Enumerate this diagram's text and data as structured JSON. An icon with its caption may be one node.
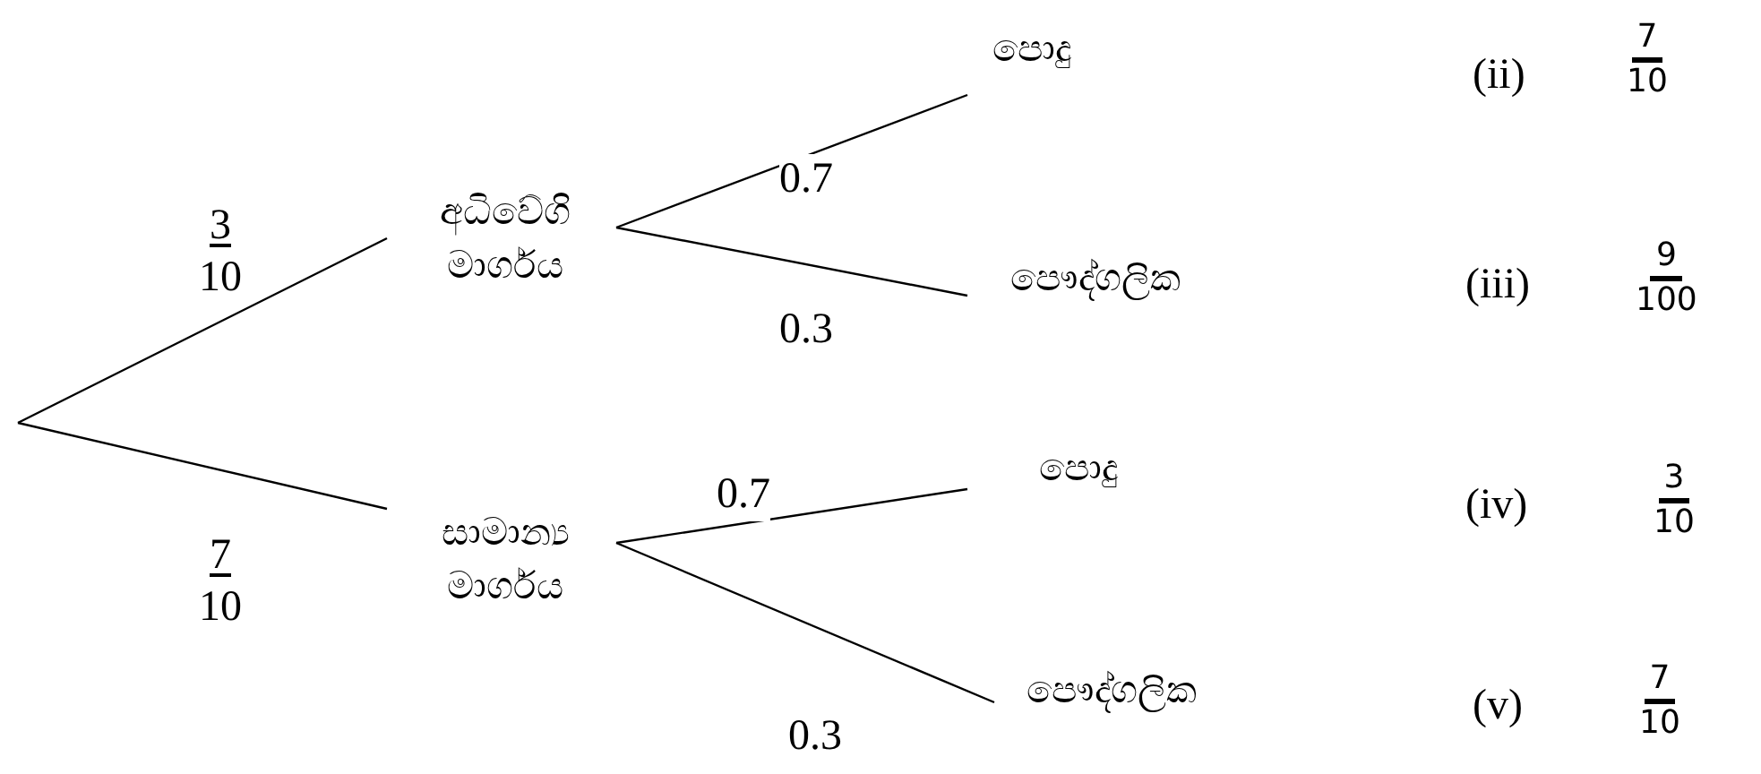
{
  "diagram": {
    "nodes": [
      {
        "text": [
          "අධිවේගි මාර්ගය"
        ]
      },
      {
        "text": [
          "සාමාන්‍ය මාර්ගය"
        ]
      },
      {
        "text": [
          "පොදු"
        ]
      },
      {
        "text": [
          "පෞද්ගලික"
        ]
      },
      {
        "text": [
          "පොදු"
        ]
      },
      {
        "text": [
          "පෞද්ගලික"
        ]
      }
    ],
    "edges": [
      {
        "from": null,
        "to": 0,
        "arrow": "none",
        "label": "3 10"
      },
      {
        "from": null,
        "to": 1,
        "arrow": "none",
        "label": "7 10"
      },
      {
        "from": 0,
        "to": 2,
        "arrow": "none",
        "label": "0.7"
      },
      {
        "from": 0,
        "to": 3,
        "arrow": "none",
        "label": "0.3"
      },
      {
        "from": 1,
        "to": 4,
        "arrow": "none",
        "label": "0.7"
      },
      {
        "from": 1,
        "to": 5,
        "arrow": "none",
        "label": "0.3"
      }
    ],
    "labels": [
      "(ii)",
      "7 10",
      "(iii)",
      "9 100",
      "(iv)",
      "3 10",
      "(v)",
      "7 10"
    ]
  }
}
